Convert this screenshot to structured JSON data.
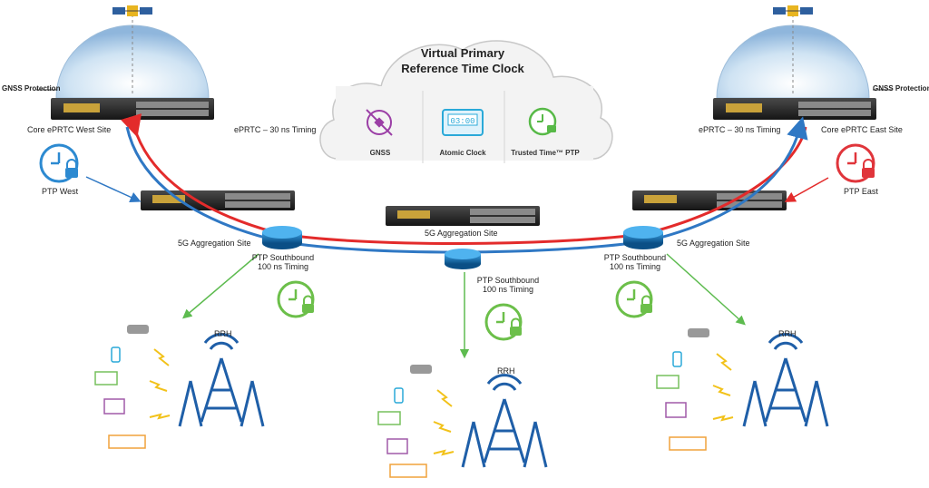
{
  "cloud": {
    "title_line1": "Virtual Primary",
    "title_line2": "Reference Time Clock",
    "pieces": [
      {
        "label": "GNSS",
        "icon": "satellite-icon",
        "color": "#9b3fa6"
      },
      {
        "label": "Atomic Clock",
        "icon": "atomic-clock-icon",
        "color": "#2aa9d8",
        "display": "03:00"
      },
      {
        "label": "Trusted Time™ PTP",
        "icon": "trusted-time-icon",
        "color": "#57b947"
      }
    ]
  },
  "labels": {
    "gnss_protection_left": "GNSS Protection",
    "gnss_protection_right": "GNSS Protection",
    "core_west": "Core ePRTC West Site",
    "core_east": "Core ePRTC East Site",
    "eprtc_timing_left": "ePRTC – 30 ns Timing",
    "eprtc_timing_right": "ePRTC – 30 ns Timing",
    "ptp_west": "PTP West",
    "ptp_east": "PTP East",
    "agg_left": "5G Aggregation Site",
    "agg_center": "5G Aggregation Site",
    "agg_right": "5G Aggregation Site",
    "ptp_south_left_1": "PTP Southbound",
    "ptp_south_left_2": "100 ns Timing",
    "ptp_south_center_1": "PTP Southbound",
    "ptp_south_center_2": "100 ns Timing",
    "ptp_south_right_1": "PTP Southbound",
    "ptp_south_right_2": "100 ns Timing",
    "rrh_left": "RRH",
    "rrh_center": "RRH",
    "rrh_right": "RRH"
  },
  "colors": {
    "red_link": "#e32b2b",
    "blue_link": "#2f78c4",
    "green_arrow": "#5dbb4f",
    "tower": "#1f5fa8",
    "ptp_west_icon": "#2d8ad1",
    "ptp_east_icon": "#e0353b",
    "clock_lock_icon": "#6cbf4a"
  }
}
